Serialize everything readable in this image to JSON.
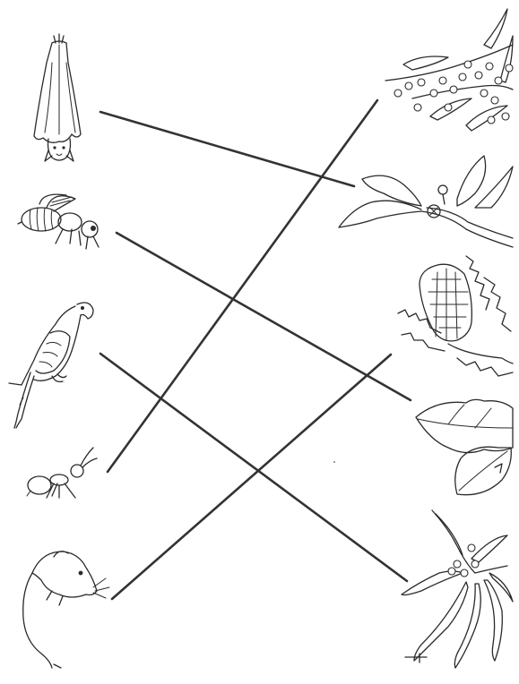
{
  "worksheet": {
    "animals": [
      {
        "id": "bat",
        "icon": "bat-icon"
      },
      {
        "id": "bee",
        "icon": "bee-icon"
      },
      {
        "id": "parrot",
        "icon": "parrot-icon"
      },
      {
        "id": "ant",
        "icon": "ant-icon"
      },
      {
        "id": "mouse",
        "icon": "honey-possum-icon"
      }
    ],
    "plants": [
      {
        "id": "wattle",
        "icon": "wattle-flower-icon"
      },
      {
        "id": "fig",
        "icon": "fig-branch-icon"
      },
      {
        "id": "banksia",
        "icon": "banksia-icon"
      },
      {
        "id": "leaf",
        "icon": "lobed-leaf-icon"
      },
      {
        "id": "eucalyptus",
        "icon": "eucalyptus-icon"
      }
    ],
    "matches": [
      {
        "animal": "bat",
        "plant": "fig"
      },
      {
        "animal": "bee",
        "plant": "leaf"
      },
      {
        "animal": "parrot",
        "plant": "eucalyptus"
      },
      {
        "animal": "ant",
        "plant": "wattle"
      },
      {
        "animal": "mouse",
        "plant": "banksia"
      }
    ],
    "line_color": "#333333"
  }
}
